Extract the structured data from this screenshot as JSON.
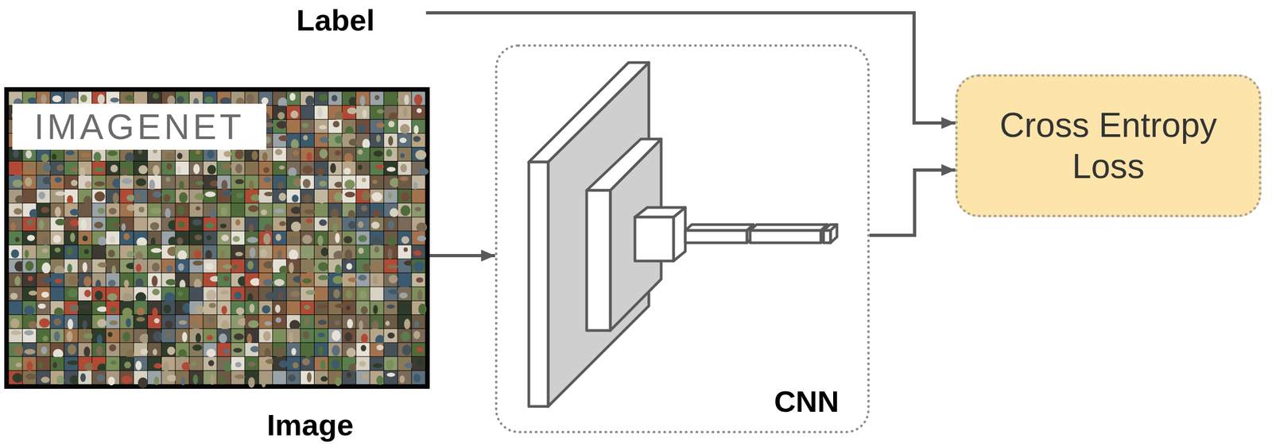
{
  "diagram": {
    "nodes": [
      {
        "text": [
          "Label"
        ]
      },
      {
        "text": [
          "Image"
        ]
      },
      {
        "text": [
          "CNN"
        ]
      },
      {
        "text": [
          "Cross Entropy Loss"
        ]
      }
    ],
    "edges": [
      {
        "from": 0,
        "to": 3,
        "arrow": "to"
      },
      {
        "from": 1,
        "to": 2,
        "arrow": "to"
      },
      {
        "from": 2,
        "to": 3,
        "arrow": "to"
      }
    ],
    "labels": [
      "IMAGENET"
    ]
  }
}
